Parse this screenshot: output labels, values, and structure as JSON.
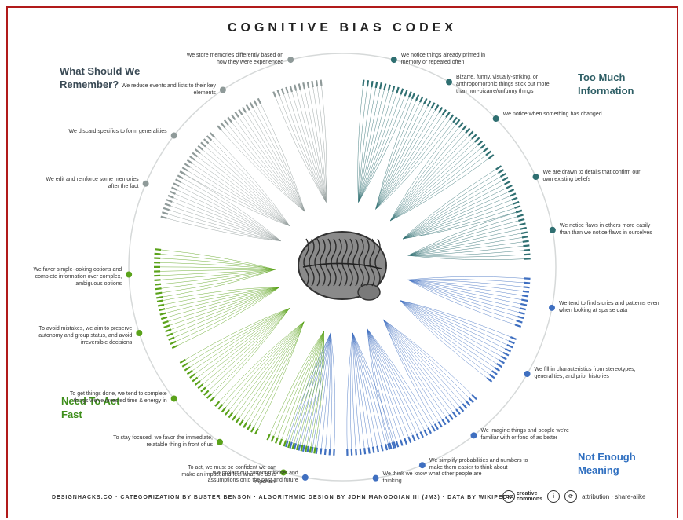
{
  "title": "COGNITIVE BIAS CODEX",
  "quadrants": {
    "remember": {
      "title": "What Should We Remember?",
      "color": "#3a4a55"
    },
    "too_much": {
      "title": "Too Much Information",
      "color": "#2f5f66"
    },
    "meaning": {
      "title": "Not Enough Meaning",
      "color": "#2f6fc0"
    },
    "act_fast": {
      "title": "Need To Act Fast",
      "color": "#3f8f1c"
    }
  },
  "colors": {
    "remember": "#8f9a99",
    "too_much": "#2f6f71",
    "meaning": "#3f6fc0",
    "act_fast": "#5aa21a",
    "border": "#b11a1a"
  },
  "categories": [
    {
      "id": "c1",
      "text": "We store memories differently based on how they were experienced",
      "group": "remember"
    },
    {
      "id": "c2",
      "text": "We reduce events and lists to their key elements",
      "group": "remember"
    },
    {
      "id": "c3",
      "text": "We discard specifics to form generalities",
      "group": "remember"
    },
    {
      "id": "c4",
      "text": "We edit and reinforce some memories after the fact",
      "group": "remember"
    },
    {
      "id": "c5",
      "text": "We notice things already primed in memory or repeated often",
      "group": "too_much"
    },
    {
      "id": "c6",
      "text": "Bizarre, funny, visually-striking, or anthropomorphic things stick out more than non-bizarre/unfunny things",
      "group": "too_much"
    },
    {
      "id": "c7",
      "text": "We notice when something has changed",
      "group": "too_much"
    },
    {
      "id": "c8",
      "text": "We are drawn to details that confirm our own existing beliefs",
      "group": "too_much"
    },
    {
      "id": "c9",
      "text": "We notice flaws in others more easily than than we notice flaws in ourselves",
      "group": "too_much"
    },
    {
      "id": "c10",
      "text": "We tend to find stories and patterns even when looking at sparse data",
      "group": "meaning"
    },
    {
      "id": "c11",
      "text": "We fill in characteristics from stereotypes, generalities, and prior histories",
      "group": "meaning"
    },
    {
      "id": "c12",
      "text": "We imagine things and people we're familiar with or fond of as better",
      "group": "meaning"
    },
    {
      "id": "c13",
      "text": "We simplify probabilities and numbers to make them easier to think about",
      "group": "meaning"
    },
    {
      "id": "c14",
      "text": "We think we know what other people are thinking",
      "group": "meaning"
    },
    {
      "id": "c15",
      "text": "We project our current mindset and assumptions onto the past and future",
      "group": "meaning"
    },
    {
      "id": "c16",
      "text": "We favor simple-looking options and complete information over complex, ambiguous options",
      "group": "act_fast"
    },
    {
      "id": "c17",
      "text": "To avoid mistakes, we aim to preserve autonomy and group status, and avoid irreversible decisions",
      "group": "act_fast"
    },
    {
      "id": "c18",
      "text": "To get things done, we tend to complete things we've invested time & energy in",
      "group": "act_fast"
    },
    {
      "id": "c19",
      "text": "To stay focused, we favor the immediate, relatable thing in front of us",
      "group": "act_fast"
    },
    {
      "id": "c20",
      "text": "To act, we must be confident we can make an impact and feel what we do is important",
      "group": "act_fast"
    }
  ],
  "footer": "DESIGNHACKS.CO · CATEGORIZATION BY BUSTER BENSON · ALGORITHMIC DESIGN BY JOHN MANOOGIAN III (JM3) · DATA BY WIKIPEDIA",
  "license": {
    "logo_text_1": "creative",
    "logo_text_2": "commons",
    "text": "attribution · share-alike",
    "icon": "creative-commons-icon"
  },
  "brain_icon": "brain-icon"
}
